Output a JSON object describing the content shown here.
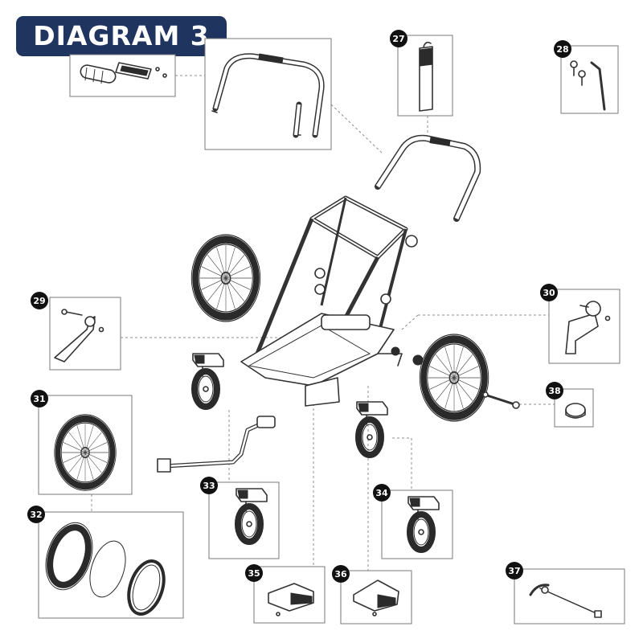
{
  "title": "DIAGRAM 3",
  "colors": {
    "banner": "#1f3560",
    "badge": "#111111",
    "line": "#333333"
  },
  "callouts": [
    "27",
    "28",
    "29",
    "30",
    "31",
    "32",
    "33",
    "34",
    "35",
    "36",
    "37",
    "38"
  ]
}
